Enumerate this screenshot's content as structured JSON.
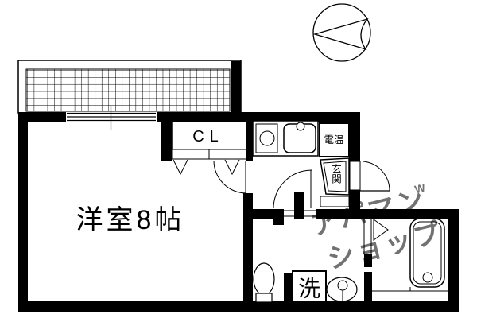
{
  "labels": {
    "room": "洋室8帖",
    "closet": "CL",
    "water_heater": "電温",
    "entrance": "玄関",
    "laundry": "洗"
  },
  "watermark": {
    "line1": "アパマン",
    "line2": "ショップ",
    "mark": "W"
  },
  "colors": {
    "line": "#000000",
    "background": "#ffffff",
    "watermark": "#c9c9c9"
  }
}
